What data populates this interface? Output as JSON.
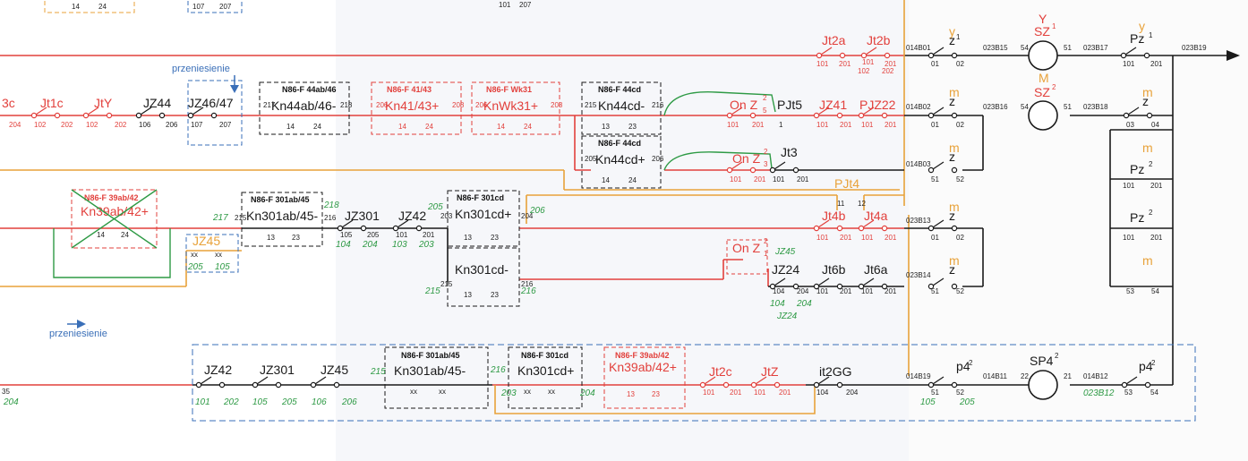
{
  "colors": {
    "red": "#e2403c",
    "black": "#1a1a1a",
    "orange": "#e8a23a",
    "green": "#2e9a45",
    "blue": "#3a6fb8",
    "grey": "#888888"
  },
  "top_scraps": {
    "a": "14",
    "b": "24",
    "c": "107",
    "d": "207",
    "e": "101",
    "f": "207"
  },
  "transfers": {
    "top": "przeniesienie",
    "bottom": "przeniesienie"
  },
  "signals": {
    "y1": {
      "letter": "Y",
      "label": "SZ",
      "sup": "1"
    },
    "m2": {
      "letter": "M",
      "label": "SZ",
      "sup": "2"
    },
    "sp4": {
      "label": "SP4",
      "sup": "2"
    },
    "pz1": {
      "letter": "y",
      "label": "Pz",
      "sup": "1"
    },
    "z1": {
      "letter": "y",
      "label": "z",
      "sup": "1"
    },
    "pz2a": {
      "label": "Pz",
      "sup": "2"
    },
    "pz2b": {
      "label": "Pz",
      "sup": "2"
    },
    "p4a": {
      "label": "p4",
      "sup": "2"
    },
    "p4b": {
      "label": "p4",
      "sup": "2"
    },
    "m_small": "m",
    "z_small": "z"
  },
  "row1": {
    "contacts": [
      "Jt2a",
      "Jt2b"
    ],
    "nums": [
      "101",
      "201",
      "101",
      "201",
      "102",
      "202"
    ],
    "nodes": [
      "014B01",
      "023B15",
      "023B17",
      "023B19"
    ],
    "terminals": [
      "01",
      "02",
      "54",
      "51",
      "101",
      "201"
    ]
  },
  "row2": {
    "left_cut": "3c",
    "left_num": "204",
    "contacts": [
      "Jt1c",
      "JtY",
      "JZ44",
      "JZ46/47"
    ],
    "contact_nums": [
      "102",
      "202",
      "102",
      "202",
      "106",
      "206",
      "107",
      "207"
    ],
    "relays": [
      {
        "code": "N86-F  44ab/46",
        "name": "Kn44ab/46-",
        "pins": [
          "217",
          "218"
        ],
        "t": [
          "14",
          "24"
        ]
      },
      {
        "code": "N86-F  41/43",
        "name": "Kn41/43+",
        "pins": [
          "206",
          "208"
        ],
        "t": [
          "14",
          "24"
        ]
      },
      {
        "code": "N86-F  Wk31",
        "name": "KnWk31+",
        "pins": [
          "206",
          "208"
        ],
        "t": [
          "14",
          "24"
        ]
      },
      {
        "code": "N86-F  44cd",
        "name": "Kn44cd-",
        "pins": [
          "215",
          "216"
        ],
        "t": [
          "13",
          "23"
        ]
      }
    ],
    "on_z": {
      "label": "On Z",
      "sup": "2",
      "sub": "5"
    },
    "right_contacts": [
      "PJt5",
      "JZ41",
      "PJZ22"
    ],
    "right_nums": [
      "101",
      "201",
      "1",
      "101",
      "201",
      "101",
      "201"
    ],
    "nodes": [
      "014B02",
      "023B16",
      "023B18"
    ],
    "terminals": [
      "01",
      "02",
      "54",
      "51",
      "03",
      "04"
    ]
  },
  "row3": {
    "relay": {
      "code": "N86-F  44cd",
      "name": "Kn44cd+",
      "pins": [
        "205",
        "206"
      ],
      "t": [
        "14",
        "24"
      ]
    },
    "on_z": {
      "label": "On Z",
      "sup": "2",
      "sub": "3"
    },
    "contact": "Jt3",
    "nums": [
      "101",
      "201",
      "101",
      "201"
    ],
    "node": "014B03",
    "terminals": [
      "51",
      "52"
    ]
  },
  "row4": {
    "crossed": {
      "code": "N86-F  39ab/42",
      "name": "Kn39ab/42+",
      "t": [
        "14",
        "24"
      ]
    },
    "jz45": {
      "name": "JZ45",
      "nums": [
        "205",
        "105"
      ],
      "pins": [
        "xx",
        "xx"
      ]
    },
    "relay_a": {
      "code": "N86-F  301ab/45",
      "name": "Kn301ab/45-",
      "pins": [
        "215",
        "216"
      ],
      "t": [
        "13",
        "23"
      ]
    },
    "contacts": [
      "JZ301",
      "JZ42"
    ],
    "contact_nums": [
      "105",
      "205",
      "101",
      "201"
    ],
    "relay_b": {
      "code": "N86-F  301cd",
      "name": "Kn301cd+",
      "pins": [
        "203",
        "204"
      ],
      "t": [
        "13",
        "23"
      ]
    },
    "pjt4": {
      "name": "PJt4",
      "nums": [
        "11",
        "12"
      ]
    },
    "right_contacts": [
      "Jt4b",
      "Jt4a"
    ],
    "right_nums": [
      "101",
      "201",
      "101",
      "201"
    ],
    "node": "023B13",
    "terminals": [
      "01",
      "02"
    ],
    "pz_nums": [
      "101",
      "201",
      "101",
      "201"
    ],
    "green_notes": [
      "217",
      "218",
      "205",
      "206",
      "104",
      "204",
      "103",
      "203"
    ]
  },
  "row5": {
    "relay": {
      "name": "Kn301cd-",
      "pins": [
        "215",
        "216"
      ],
      "t": [
        "13",
        "23"
      ]
    },
    "on_z": {
      "label": "On Z",
      "sup": "2",
      "sub": "1"
    },
    "contacts": [
      "JZ24",
      "Jt6b",
      "Jt6a"
    ],
    "nums": [
      "104",
      "204",
      "101",
      "201",
      "101",
      "201"
    ],
    "node": "023B14",
    "terminals": [
      "51",
      "52",
      "53",
      "54"
    ],
    "green_notes": [
      "215",
      "216",
      "JZ45",
      "104",
      "204",
      "JZ24"
    ]
  },
  "row6": {
    "left_cut": "35",
    "left_green": "204",
    "contacts": [
      "JZ42",
      "JZ301",
      "JZ45"
    ],
    "green_nums": [
      "101",
      "202",
      "105",
      "205",
      "106",
      "206"
    ],
    "relays": [
      {
        "code": "N86-F  301ab/45",
        "name": "Kn301ab/45-",
        "pins": [
          "xx",
          "xx"
        ]
      },
      {
        "code": "N86-F  301cd",
        "name": "Kn301cd+",
        "pins": [
          "xx",
          "xx"
        ]
      },
      {
        "code": "N86-F  39ab/42",
        "name": "Kn39ab/42+",
        "t": [
          "13",
          "23"
        ]
      }
    ],
    "green_pins": [
      "215",
      "216",
      "203",
      "204"
    ],
    "contacts_r": [
      "Jt2c",
      "JtZ"
    ],
    "nums_r": [
      "101",
      "201",
      "101",
      "201"
    ],
    "it2gg": {
      "name": "it2GG",
      "nums": [
        "104",
        "204"
      ]
    },
    "nodes": [
      "014B19",
      "014B11",
      "014B12"
    ],
    "terminals": [
      "51",
      "52",
      "22",
      "21",
      "53",
      "54"
    ],
    "green_right": [
      "105",
      "205",
      "023B12"
    ]
  }
}
